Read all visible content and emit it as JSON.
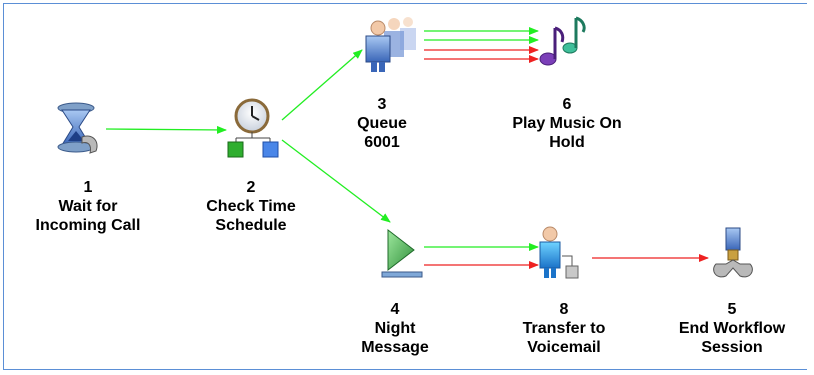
{
  "workflow": {
    "nodes": [
      {
        "id": "1",
        "number": "1",
        "lines": [
          "Wait for",
          "Incoming Call"
        ],
        "icon": "hourglass-phone-icon"
      },
      {
        "id": "2",
        "number": "2",
        "lines": [
          "Check Time",
          "Schedule"
        ],
        "icon": "clock-schedule-icon"
      },
      {
        "id": "3",
        "number": "3",
        "lines": [
          "Queue",
          "6001"
        ],
        "icon": "queue-agents-icon"
      },
      {
        "id": "6",
        "number": "6",
        "lines": [
          "Play Music On",
          "Hold"
        ],
        "icon": "music-notes-icon"
      },
      {
        "id": "4",
        "number": "4",
        "lines": [
          "Night",
          "Message"
        ],
        "icon": "play-message-icon"
      },
      {
        "id": "8",
        "number": "8",
        "lines": [
          "Transfer to",
          "Voicemail"
        ],
        "icon": "transfer-voicemail-icon"
      },
      {
        "id": "5",
        "number": "5",
        "lines": [
          "End Workflow",
          "Session"
        ],
        "icon": "end-session-icon"
      }
    ],
    "colors": {
      "green_connector": "#22ee22",
      "red_connector": "#ee2222",
      "border": "#5b8fd6"
    }
  }
}
